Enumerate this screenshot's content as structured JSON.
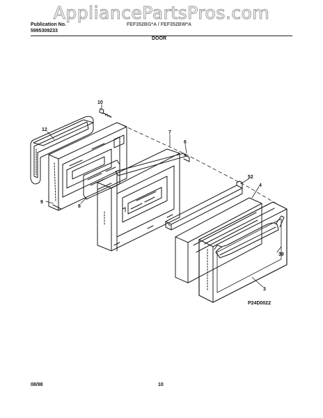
{
  "watermark": "AppliancePartsPros.com",
  "header": {
    "publication_label": "Publication No.",
    "publication_number": "5995309233",
    "models": "FEF352BG*A / FEF352BW*A",
    "section_title": "DOOR"
  },
  "footer": {
    "date": "08/98",
    "page": "10"
  },
  "figure_code": "P24D0022",
  "callouts": {
    "c10": "10",
    "c12": "12",
    "c7": "7",
    "c6": "6",
    "c52": "52",
    "c4": "4",
    "c9": "9",
    "c8": "8",
    "c39": "39",
    "c3": "3"
  }
}
